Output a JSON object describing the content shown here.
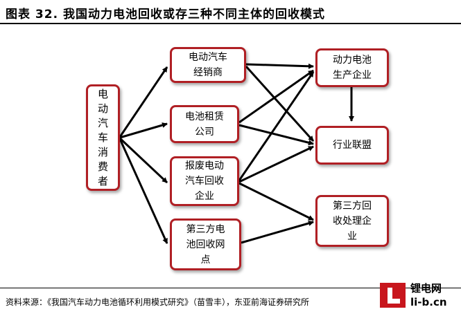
{
  "title": "图表 32. 我国动力电池回收或存三种不同主体的回收模式",
  "nodes": {
    "consumer": "电\n动\n汽\n车\n消\n费\n者",
    "dealer": "电动汽车\n经销商",
    "leasing": "电池租赁\n公司",
    "scrap": "报废电动\n汽车回收\n企业",
    "thirdparty_point": "第三方电\n池回收网\n点",
    "manufacturer": "动力电池\n生产企业",
    "alliance": "行业联盟",
    "thirdparty_processor": "第三方回\n收处理企\n业"
  },
  "source": "资料来源：《我国汽车动力电池循环利用模式研究》（苗雪丰），东亚前海证券研究所",
  "logo": {
    "name": "锂电网",
    "url": "li-b.cn"
  }
}
